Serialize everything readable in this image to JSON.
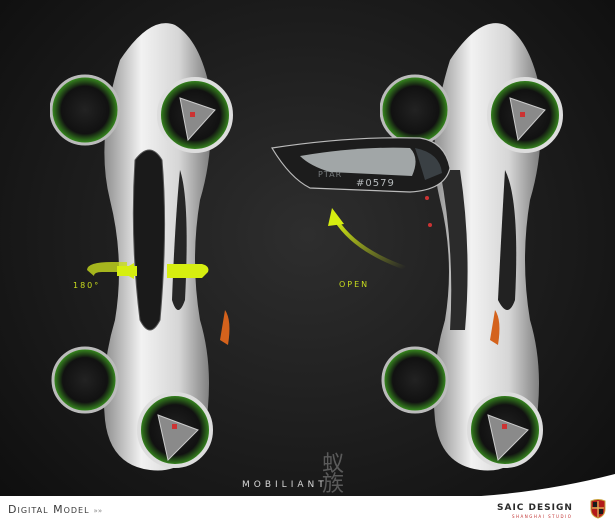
{
  "image": {
    "subject": "Mobiliant concept vehicle digital model, two top-down views",
    "background_color": "#1a1a1a",
    "accent_color": "#c8dc1e"
  },
  "annotations": {
    "rotation_label": "180°",
    "open_label": "OPEN",
    "canopy_code": "#0579",
    "canopy_mark": "PTAR"
  },
  "branding": {
    "model_name": "MOBILIANT",
    "model_name_chinese": "蚁族",
    "footer_left": "Digital Model",
    "footer_left_arrows": "»»",
    "studio_name": "SAIC DESIGN",
    "studio_subtitle": "SHANGHAI STUDIO",
    "emblem": "roewe-shield-emblem"
  },
  "colors": {
    "body_white": "#e6e6e6",
    "wheel_green": "#3f9a1f",
    "accent_orange": "#d4621c",
    "label_yellow": "#c8dc1e",
    "studio_red": "#c03030"
  }
}
